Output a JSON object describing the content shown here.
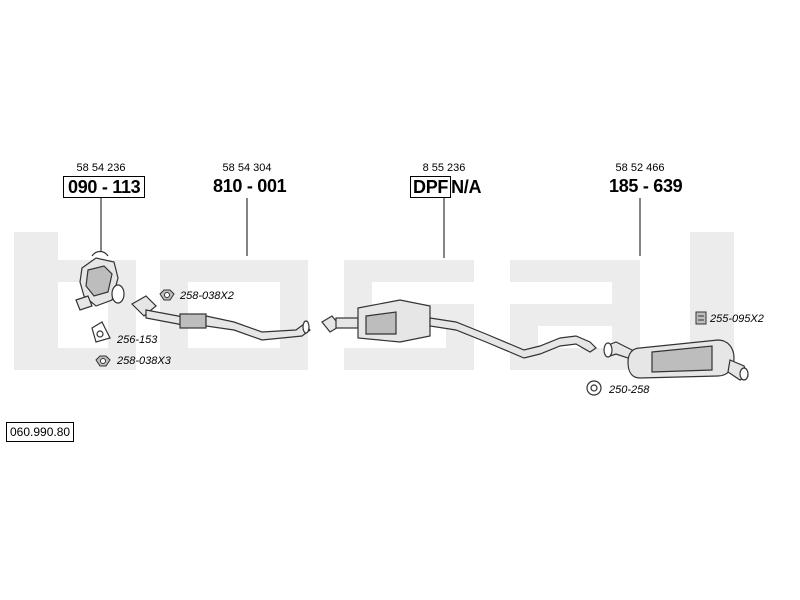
{
  "catalog_number": "060.990.80",
  "watermark": {
    "text": "bosal",
    "color": "#ececec"
  },
  "colors": {
    "line": "#333333",
    "part_fill": "#e6e6e6",
    "part_shade": "#bdbdbd"
  },
  "parts": [
    {
      "oem": "58 54 236",
      "part_no": "090 - 113",
      "boxed": true
    },
    {
      "oem": "58 54 304",
      "part_no": "810 - 001",
      "boxed": false
    },
    {
      "oem": "8 55 236",
      "dpf": "DPF",
      "part_no": "N/A"
    },
    {
      "oem": "58 52 466",
      "part_no": "185 - 639",
      "boxed": false
    }
  ],
  "accessories": [
    {
      "code": "258-038X2",
      "icon": "nut-icon"
    },
    {
      "code": "256-153",
      "icon": "gasket-icon"
    },
    {
      "code": "258-038X3",
      "icon": "nut-icon"
    },
    {
      "code": "255-095X2",
      "icon": "bolt-icon"
    },
    {
      "code": "250-258",
      "icon": "clamp-ring-icon"
    }
  ]
}
